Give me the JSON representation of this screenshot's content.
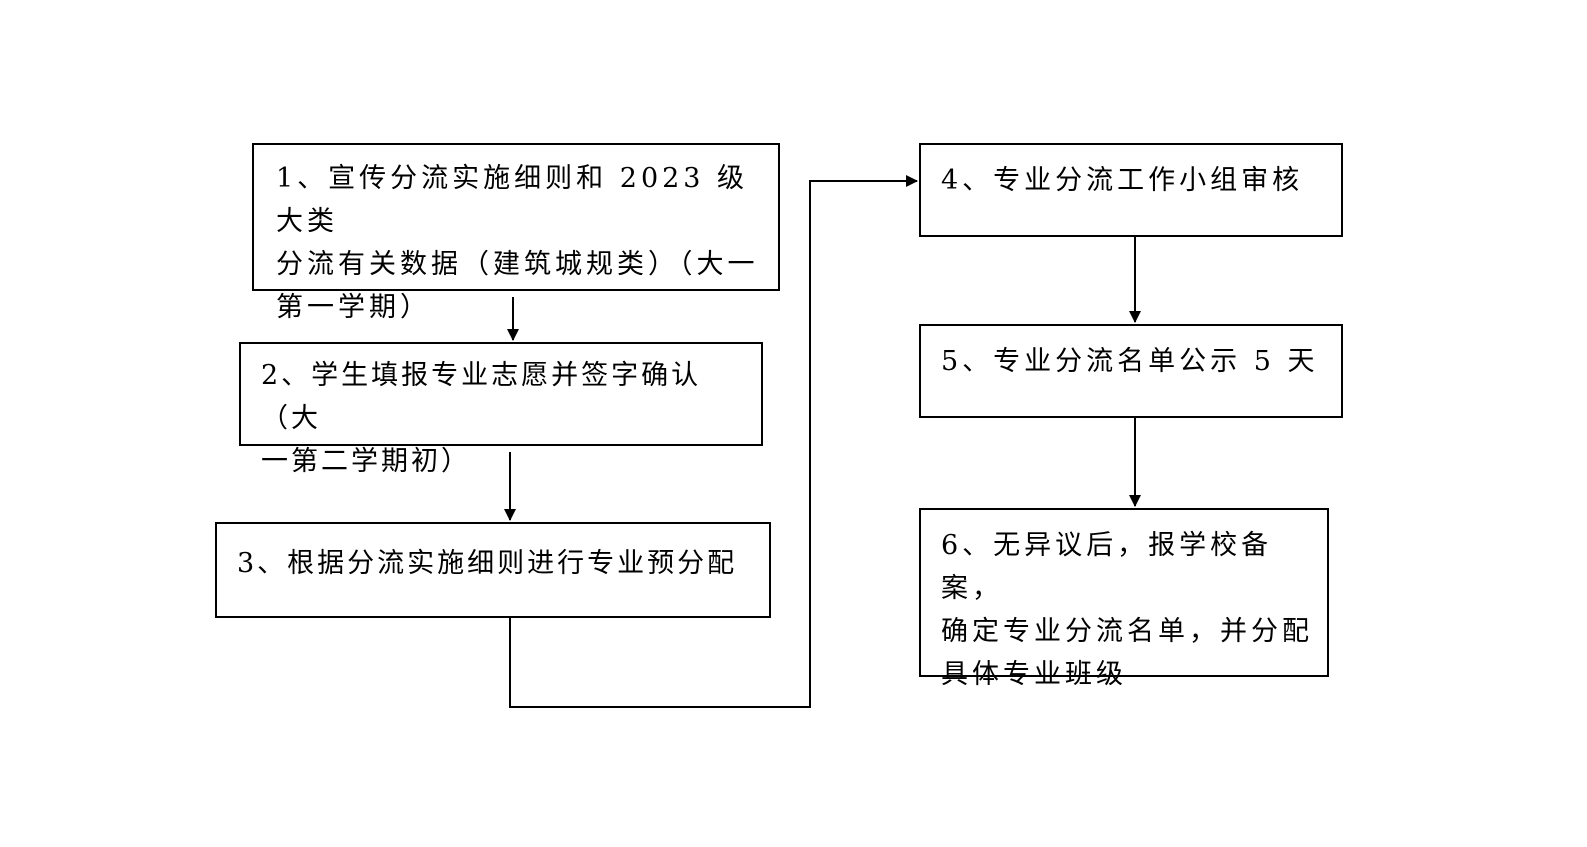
{
  "steps": {
    "step1": "1、宣传分流实施细则和 2023 级大类\n分流有关数据（建筑城规类）（大一\n第一学期）",
    "step2": "2、学生填报专业志愿并签字确认（大\n一第二学期初）",
    "step3": "3、根据分流实施细则进行专业预分配",
    "step4": "4、专业分流工作小组审核",
    "step5": "5、专业分流名单公示 5 天",
    "step6": "6、无异议后，报学校备案，\n确定专业分流名单，并分配\n具体专业班级"
  },
  "colors": {
    "line": "#000000",
    "box_fill": "#ffffff",
    "text": "#000000"
  }
}
